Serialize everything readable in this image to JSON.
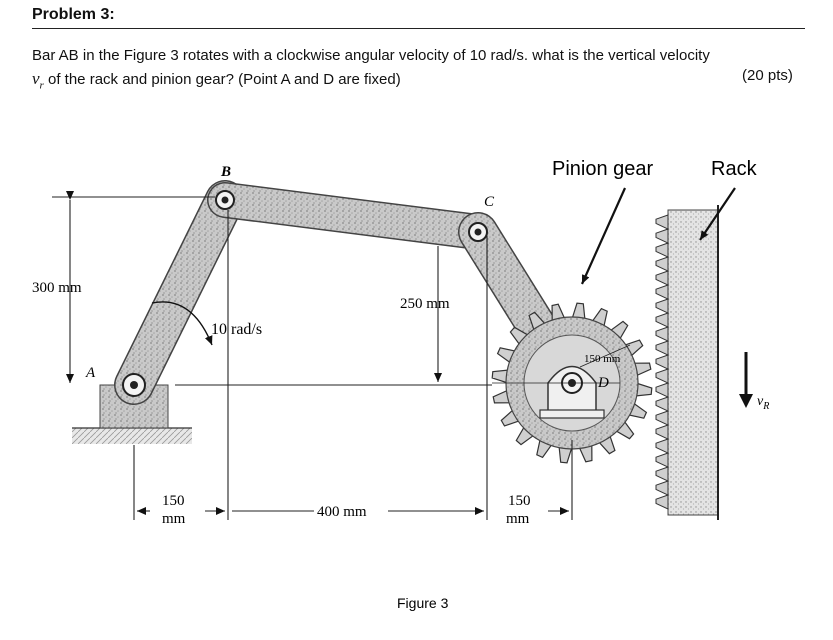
{
  "problem": {
    "title": "Problem 3:",
    "text_line1": "Bar AB in the Figure 3 rotates with a clockwise angular velocity of 10 rad/s. what is the vertical velocity",
    "vr_symbol": "v",
    "vr_subscript": "r",
    "text_line2_rest": " of the rack and pinion gear? (Point A and D are fixed)",
    "points": "(20 pts)"
  },
  "figure": {
    "caption": "Figure 3",
    "labels": {
      "point_a": "A",
      "point_b": "B",
      "point_c": "C",
      "point_d": "D",
      "pinion_gear": "Pinion gear",
      "rack": "Rack",
      "angular_velocity": "10 rad/s",
      "height_300": "300 mm",
      "height_250": "250 mm",
      "radius_150": "150 mm",
      "dim_150_left_num": "150",
      "dim_150_left_unit": "mm",
      "dim_400": "400 mm",
      "dim_150_right_num": "150",
      "dim_150_right_unit": "mm",
      "vr_label_v": "v",
      "vr_label_sub": "R"
    }
  }
}
